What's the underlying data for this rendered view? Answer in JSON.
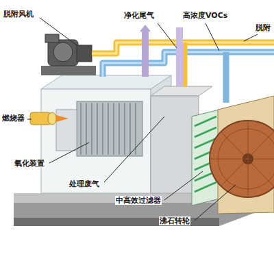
{
  "diagram": {
    "labels": [
      "脱附风机",
      "净化尾气",
      "高浓度VOCs",
      "脱附",
      "燃烧器",
      "氧化装置",
      "处理废气",
      "中高效过滤器",
      "沸石转轮"
    ]
  }
}
